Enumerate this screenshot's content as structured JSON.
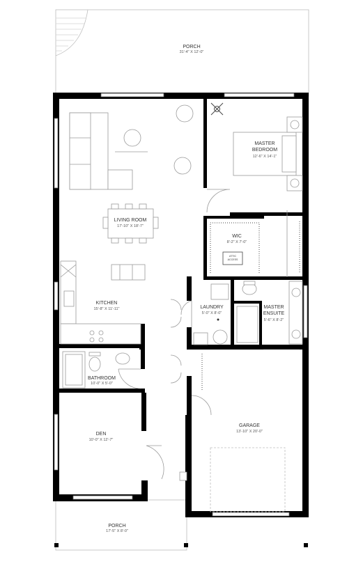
{
  "rooms": {
    "porch_top": {
      "name": "PORCH",
      "dims": "31'-4\" X 12'-0\""
    },
    "master_bedroom": {
      "name_line1": "MASTER",
      "name_line2": "BEDROOM",
      "dims": "12'-6\" X 14'-1\""
    },
    "living_room": {
      "name": "LIVING ROOM",
      "dims": "17'-10\" X 18'-7\""
    },
    "wic": {
      "name": "WIC",
      "dims": "8'-2\" X 7'-0\"",
      "attic_note_1": "ATTIC",
      "attic_note_2": "ACCESS"
    },
    "kitchen": {
      "name": "KITCHEN",
      "dims": "15'-8\" X 11'-11\""
    },
    "laundry": {
      "name": "LAUNDRY",
      "dims": "5'-0\" X 8'-0\""
    },
    "master_ensuite": {
      "name_line1": "MASTER",
      "name_line2": "ENSUITE",
      "dims": "5'-6\" X 8'-2\""
    },
    "bathroom": {
      "name": "BATHROOM",
      "dims": "10'-0\" X 5'-0\""
    },
    "garage": {
      "name": "GARAGE",
      "dims": "13'-10\" X 20'-0\""
    },
    "den": {
      "name": "DEN",
      "dims": "10'-0\" X 12'-7\""
    },
    "porch_bottom": {
      "name": "PORCH",
      "dims": "17'-5\" X 8'-0\""
    }
  }
}
